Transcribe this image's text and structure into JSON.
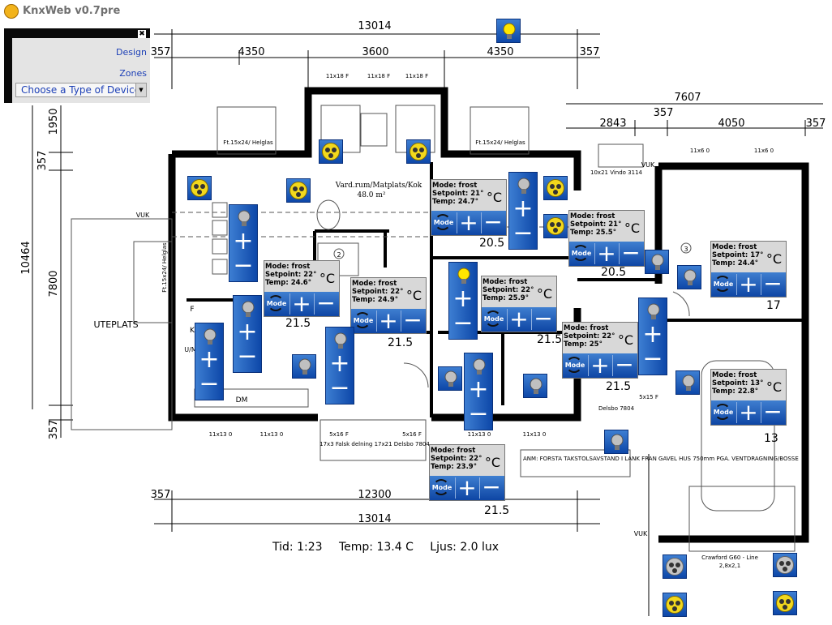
{
  "app": {
    "title": "KnxWeb v0.7pre"
  },
  "menu": {
    "close_glyph": "✖",
    "design_label": "Design",
    "zones_label": "Zones",
    "device_select": "Choose a Type of Device"
  },
  "plan": {
    "dimensions": {
      "top_total": "13014",
      "top_left_357": "357",
      "top_4350_a": "4350",
      "top_3600": "3600",
      "top_4350_b": "4350",
      "top_right_357": "357",
      "garage_total": "7607",
      "garage_357": "357",
      "garage_2843": "2843",
      "garage_4050": "4050",
      "garage_357_b": "357",
      "bottom_357": "357",
      "bottom_12300": "12300",
      "bottom_total": "13014",
      "left_10464": "10464",
      "left_7800": "7800",
      "left_1950": "1950",
      "left_357_a": "357",
      "left_357_b": "357"
    },
    "labels": {
      "uteplats": "UTEPLATS",
      "vardrum": "Vard.rum/Matplats/Kok",
      "vardrum_area": "48.0 m²",
      "win_top_1": "11x18 F",
      "win_top_2": "11x18 F",
      "win_top_3": "11x18 F",
      "win_bottom_1": "11x13 0",
      "win_bottom_2": "11x13 0",
      "win_bottom_3": "11x13 0",
      "win_bottom_4": "11x13 0",
      "win_garage_1": "11x6 0",
      "win_garage_2": "11x6 0",
      "helglas_1": "Ft.15x24/ Helglas",
      "helglas_2": "Ft.15x24/ Helglas",
      "helglas_3": "Ft.15x24/ Helglas",
      "vuk_1": "VUK",
      "vuk_2": "VUK",
      "vuk_3": "VUK",
      "dm": "DM",
      "f": "F",
      "k": "K",
      "um": "U/M",
      "note": "ANM: FORSTA TAKSTOLSAVSTAND I LANK FRAN GAVEL HUS 750mm PGA. VENTDRAGNING/BOSSE",
      "crawford": "Crawford G60 - Line",
      "crawford_size": "2,8x2,1",
      "delsbo": "Delsbo 7804",
      "folsk": "17x3 Falsk delning 17x21 Delsbo 7804",
      "vindo": "10x21 Vindo 3114",
      "num_2": "2",
      "num_3": "3",
      "door_5x16_a": "5x16 F",
      "door_5x16_b": "5x16 F",
      "door_5x15": "5x15 F"
    }
  },
  "thermostats": [
    {
      "id": "t1",
      "mode": "Mode: frost",
      "setpoint": "Setpoint: 21°",
      "temp": "Temp: 24.7°",
      "unit": "°C",
      "mode_label": "Mode",
      "plus": "+",
      "minus": "−"
    },
    {
      "id": "t2",
      "mode": "Mode: frost",
      "setpoint": "Setpoint: 21°",
      "temp": "Temp: 25.5°",
      "unit": "°C",
      "mode_label": "Mode",
      "plus": "+",
      "minus": "−"
    },
    {
      "id": "t3",
      "mode": "Mode: frost",
      "setpoint": "Setpoint: 17°",
      "temp": "Temp: 24.4°",
      "unit": "°C",
      "mode_label": "Mode",
      "plus": "+",
      "minus": "−"
    },
    {
      "id": "t4",
      "mode": "Mode: frost",
      "setpoint": "Setpoint: 22°",
      "temp": "Temp: 24.6°",
      "unit": "°C",
      "mode_label": "Mode",
      "plus": "+",
      "minus": "−"
    },
    {
      "id": "t5",
      "mode": "Mode: frost",
      "setpoint": "Setpoint: 22°",
      "temp": "Temp: 24.9°",
      "unit": "°C",
      "mode_label": "Mode",
      "plus": "+",
      "minus": "−"
    },
    {
      "id": "t6",
      "mode": "Mode: frost",
      "setpoint": "Setpoint: 22°",
      "temp": "Temp: 25.9°",
      "unit": "°C",
      "mode_label": "Mode",
      "plus": "+",
      "minus": "−"
    },
    {
      "id": "t7",
      "mode": "Mode: frost",
      "setpoint": "Setpoint: 22°",
      "temp": "Temp: 25°",
      "unit": "°C",
      "mode_label": "Mode",
      "plus": "+",
      "minus": "−"
    },
    {
      "id": "t8",
      "mode": "Mode: frost",
      "setpoint": "Setpoint: 13°",
      "temp": "Temp: 22.8°",
      "unit": "°C",
      "mode_label": "Mode",
      "plus": "+",
      "minus": "−"
    },
    {
      "id": "t9",
      "mode": "Mode: frost",
      "setpoint": "Setpoint: 22°",
      "temp": "Temp: 23.9°",
      "unit": "°C",
      "mode_label": "Mode",
      "plus": "+",
      "minus": "−"
    }
  ],
  "room_readings": {
    "r1": "20.5",
    "r2": "20.5",
    "r3": "17",
    "r4": "21.5",
    "r5": "21.5",
    "r6": "21.5",
    "r7": "21.5",
    "r8": "13",
    "r9": "21.5"
  },
  "dimmers": [
    {
      "id": "d1",
      "plus": "+",
      "minus": "−",
      "lit": false
    },
    {
      "id": "d2",
      "plus": "+",
      "minus": "−",
      "lit": false
    },
    {
      "id": "d3",
      "plus": "+",
      "minus": "−",
      "lit": false
    },
    {
      "id": "d4",
      "plus": "+",
      "minus": "−",
      "lit": false
    },
    {
      "id": "d5",
      "plus": "+",
      "minus": "−",
      "lit": true
    },
    {
      "id": "d6",
      "plus": "+",
      "minus": "−",
      "lit": false
    },
    {
      "id": "d7",
      "plus": "+",
      "minus": "−",
      "lit": false
    },
    {
      "id": "d8",
      "plus": "+",
      "minus": "−",
      "lit": false
    }
  ],
  "status": {
    "time": "Tid: 1:23",
    "temp": "Temp: 13.4 C",
    "light": "Ljus: 2.0 lux"
  },
  "colors": {
    "widget_blue": "#0e45a4",
    "widget_grey": "#d8d8d8",
    "socket_yellow": "#f2d81c",
    "bulb_lit": "#ffe600",
    "bulb_off": "#c0c0c0"
  }
}
